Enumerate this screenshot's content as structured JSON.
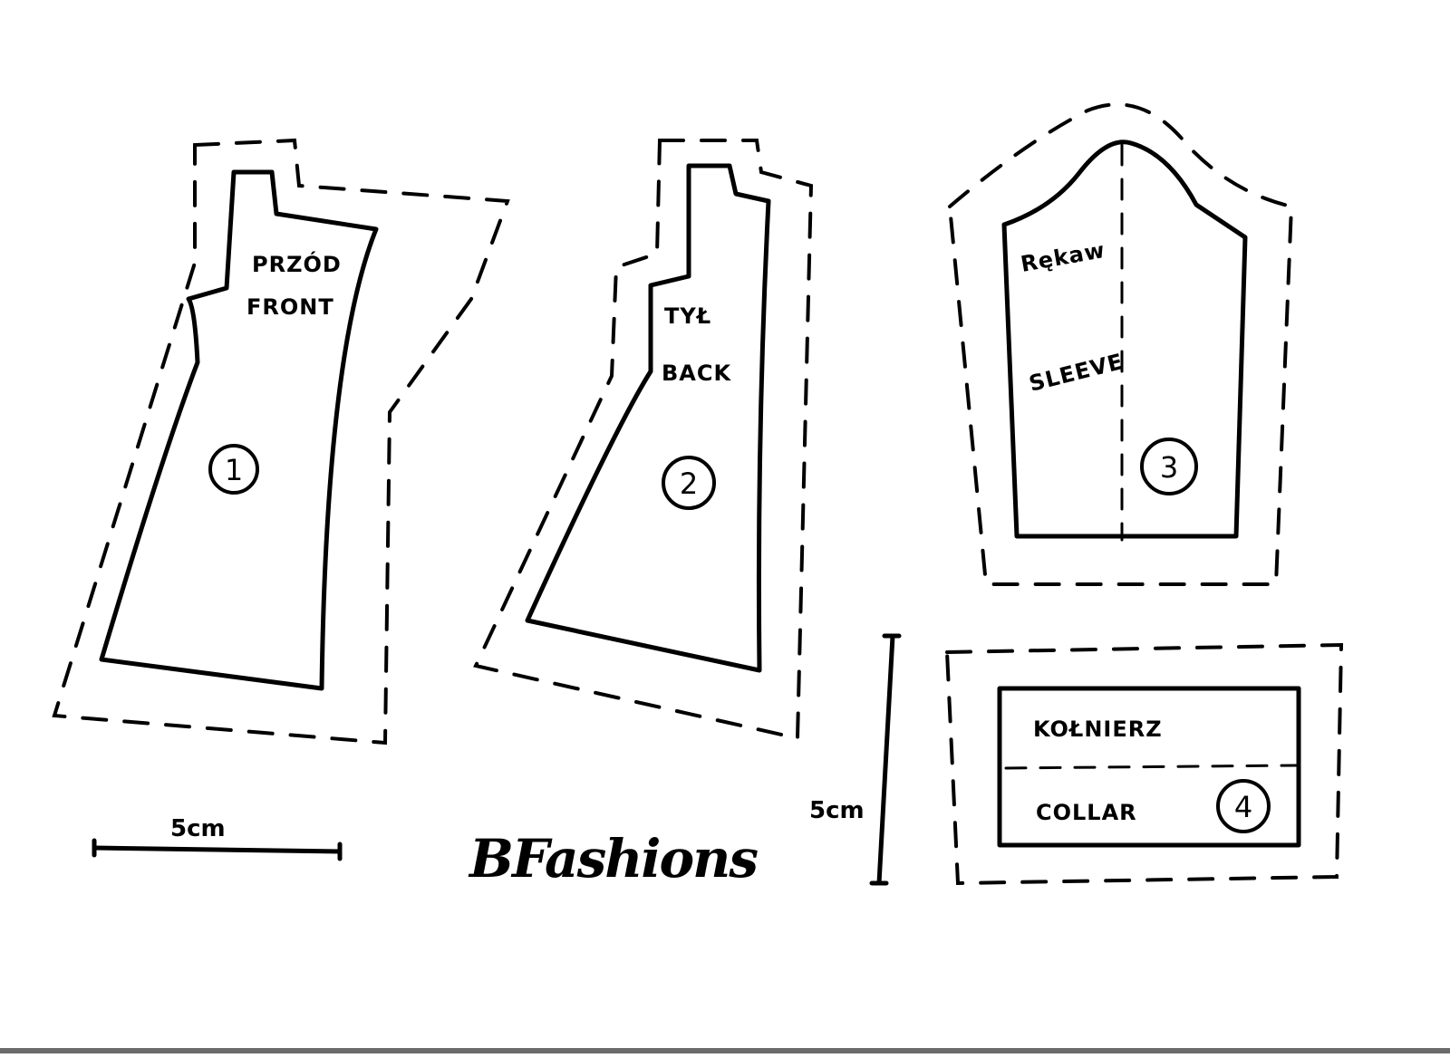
{
  "pieces": [
    {
      "number": "1",
      "label_pl": "PRZÓD",
      "label_en": "FRONT"
    },
    {
      "number": "2",
      "label_pl": "TYŁ",
      "label_en": "BACK"
    },
    {
      "number": "3",
      "label_pl": "Rękaw",
      "label_en": "SLEEVE"
    },
    {
      "number": "4",
      "label_pl": "KOŁNIERZ",
      "label_en": "COLLAR"
    }
  ],
  "scale": {
    "horizontal": "5cm",
    "vertical": "5cm"
  },
  "brand": "BFashions"
}
